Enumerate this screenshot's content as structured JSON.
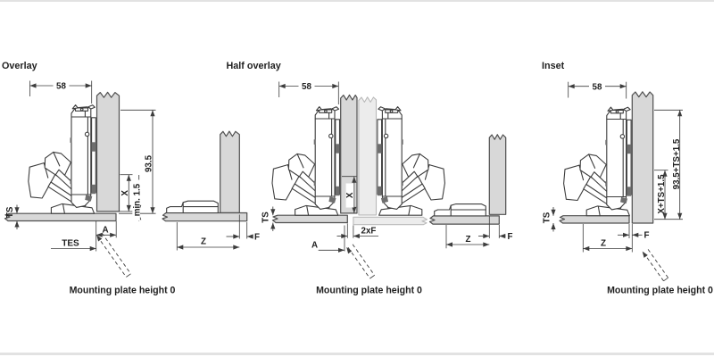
{
  "panels": [
    {
      "title": "Overlay",
      "caption": "Mounting plate height 0",
      "dims": {
        "width": "58",
        "height": "93.5",
        "overlay": "X",
        "min_gap": "min. 1.5",
        "ts": "TS",
        "tes": "TES",
        "a": "A",
        "z": "Z",
        "f": "F"
      }
    },
    {
      "title": "Half overlay",
      "caption": "Mounting plate height 0",
      "dims": {
        "width": "58",
        "overlay": "X",
        "ts": "TS",
        "two_f": "2xF",
        "a": "A",
        "z": "Z",
        "f": "F"
      }
    },
    {
      "title": "Inset",
      "caption": "Mounting plate height 0",
      "dims": {
        "width": "58",
        "height": "93.5+TS+1.5",
        "overlay": "X+TS+1.5",
        "ts": "TS",
        "z": "Z",
        "f": "F"
      }
    }
  ],
  "colors": {
    "line": "#3d3d3d",
    "panel_fill": "#d8d8d8",
    "ghost_line": "#b9b9b9",
    "ghost_fill": "#ececec",
    "text": "#1f1f1f",
    "background": "#ffffff"
  }
}
